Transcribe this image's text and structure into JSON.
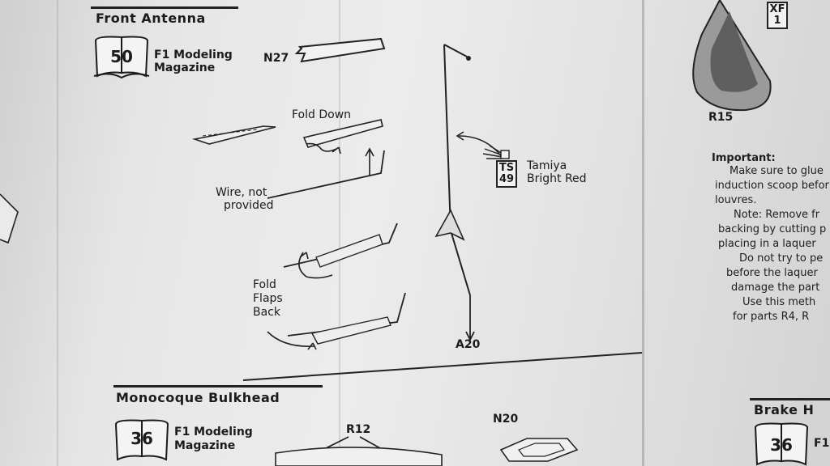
{
  "section_front_antenna": {
    "heading": "Front Antenna",
    "magazine_number": "50",
    "magazine_line1": "F1 Modeling",
    "magazine_line2": "Magazine",
    "part_n27": "N27",
    "fold_down": "Fold Down",
    "wire_line1": "Wire, not",
    "wire_line2": "provided",
    "fold_flaps_line1": "Fold",
    "fold_flaps_line2": "Flaps",
    "fold_flaps_line3": "Back",
    "paint_code_top": "TS",
    "paint_code_bottom": "49",
    "paint_name_line1": "Tamiya",
    "paint_name_line2": "Bright Red",
    "part_a20": "A20"
  },
  "section_monocoque": {
    "heading": "Monocoque Bulkhead",
    "magazine_number": "36",
    "magazine_line1": "F1 Modeling",
    "magazine_line2": "Magazine",
    "part_r12": "R12",
    "part_n20": "N20"
  },
  "right_panel": {
    "paint_code_top": "XF",
    "paint_code_bottom": "1",
    "part_r15": "R15",
    "important_title": "Important:",
    "lines": [
      "Make sure to glue",
      "induction scoop befor",
      "louvres.",
      "Note: Remove fr",
      "backing by cutting p",
      "placing in a laquer",
      "Do not try to pe",
      "before the laquer",
      "damage the part",
      "Use this meth",
      "for parts R4, R"
    ],
    "brake_heading": "Brake H",
    "brake_magazine_number": "36",
    "brake_magazine_prefix": "F1"
  }
}
